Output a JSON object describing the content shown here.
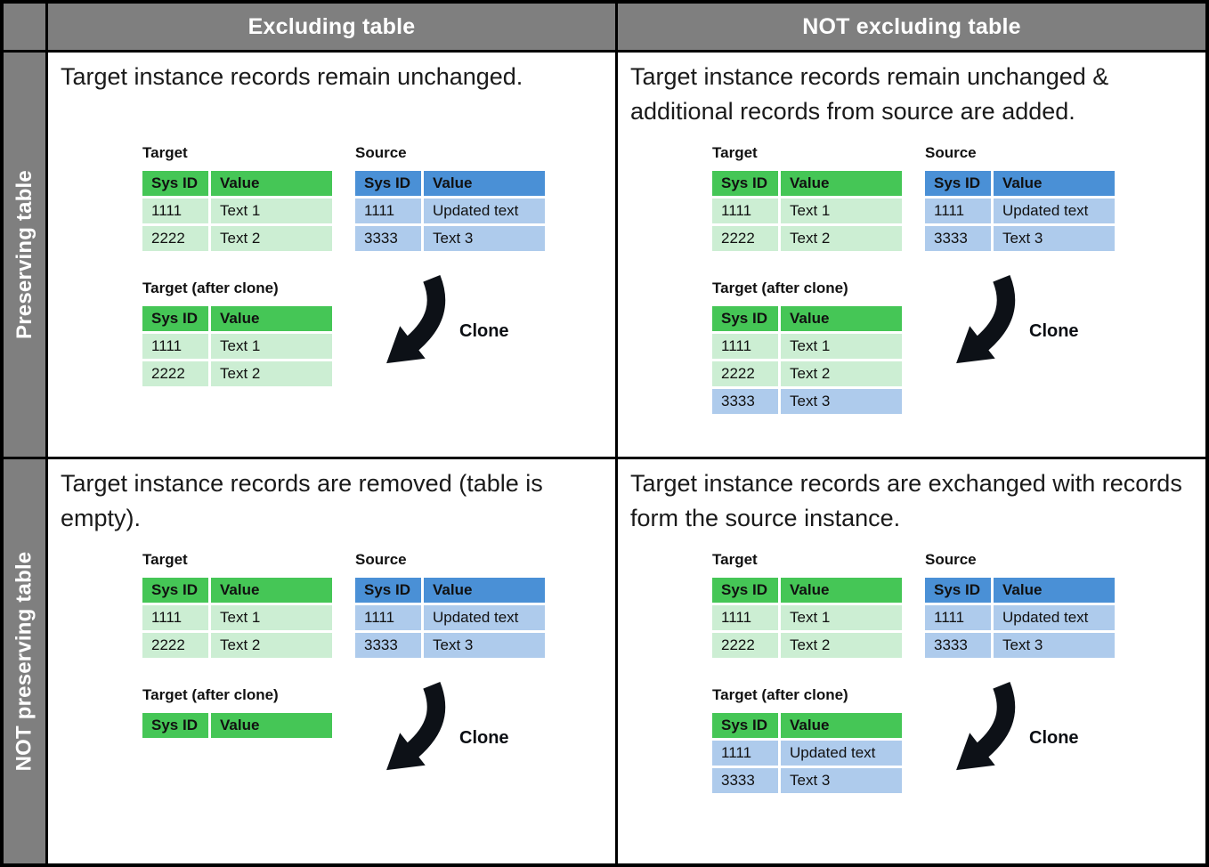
{
  "colors": {
    "header_gray": "#7f7f7f",
    "green_header": "#45c656",
    "green_row": "#cceed3",
    "blue_header": "#4a90d6",
    "blue_row": "#aecbec",
    "arrow_black": "#0d1117",
    "grid_black": "#000000"
  },
  "matrix": {
    "column_headers": [
      "Excluding table",
      "NOT excluding table"
    ],
    "row_headers": [
      "Preserving table",
      "NOT preserving table"
    ]
  },
  "mini_table_headers": [
    "Sys ID",
    "Value"
  ],
  "labels": {
    "target": "Target",
    "source": "Source",
    "target_after": "Target (after clone)",
    "clone": "Clone"
  },
  "quadrants": {
    "q1": {
      "description": "Target instance records remain unchanged.",
      "target_rows": [
        [
          "1111",
          "Text 1"
        ],
        [
          "2222",
          "Text 2"
        ]
      ],
      "source_rows": [
        [
          "1111",
          "Updated text"
        ],
        [
          "3333",
          "Text 3"
        ]
      ],
      "after_rows": [
        [
          "1111",
          "Text 1"
        ],
        [
          "2222",
          "Text 2"
        ]
      ],
      "after_origins": [
        "target",
        "target"
      ]
    },
    "q2": {
      "description": "Target instance records remain unchanged & additional records from source are added.",
      "target_rows": [
        [
          "1111",
          "Text 1"
        ],
        [
          "2222",
          "Text 2"
        ]
      ],
      "source_rows": [
        [
          "1111",
          "Updated text"
        ],
        [
          "3333",
          "Text 3"
        ]
      ],
      "after_rows": [
        [
          "1111",
          "Text 1"
        ],
        [
          "2222",
          "Text 2"
        ],
        [
          "3333",
          "Text 3"
        ]
      ],
      "after_origins": [
        "target",
        "target",
        "source"
      ]
    },
    "q3": {
      "description": "Target instance records are removed (table is empty).",
      "target_rows": [
        [
          "1111",
          "Text 1"
        ],
        [
          "2222",
          "Text 2"
        ]
      ],
      "source_rows": [
        [
          "1111",
          "Updated text"
        ],
        [
          "3333",
          "Text 3"
        ]
      ],
      "after_rows": [],
      "after_origins": []
    },
    "q4": {
      "description": "Target instance records are exchanged with records form the source instance.",
      "target_rows": [
        [
          "1111",
          "Text 1"
        ],
        [
          "2222",
          "Text 2"
        ]
      ],
      "source_rows": [
        [
          "1111",
          "Updated text"
        ],
        [
          "3333",
          "Text 3"
        ]
      ],
      "after_rows": [
        [
          "1111",
          "Updated text"
        ],
        [
          "3333",
          "Text 3"
        ]
      ],
      "after_origins": [
        "source",
        "source"
      ]
    }
  }
}
